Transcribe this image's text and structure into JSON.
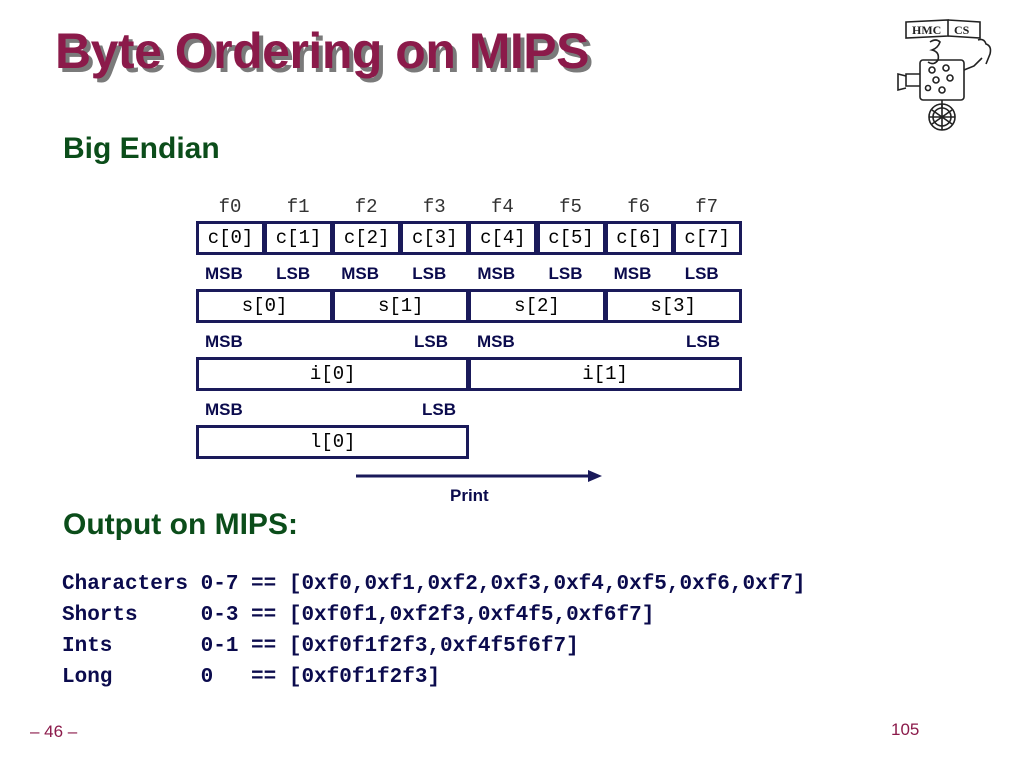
{
  "slide": {
    "title": "Byte Ordering on MIPS",
    "heading_big_endian": "Big Endian",
    "heading_output": "Output on MIPS:",
    "footer_page": "– 46 –",
    "footer_slide_number": "105"
  },
  "logo": {
    "text_hmc": "HMC",
    "text_cs": "CS"
  },
  "diagram": {
    "addresses": [
      "f0",
      "f1",
      "f2",
      "f3",
      "f4",
      "f5",
      "f6",
      "f7"
    ],
    "chars": [
      "c[0]",
      "c[1]",
      "c[2]",
      "c[3]",
      "c[4]",
      "c[5]",
      "c[6]",
      "c[7]"
    ],
    "char_labels": [
      "MSB",
      "LSB",
      "MSB",
      "LSB",
      "MSB",
      "LSB",
      "MSB",
      "LSB"
    ],
    "shorts": [
      "s[0]",
      "s[1]",
      "s[2]",
      "s[3]"
    ],
    "short_labels": [
      "MSB",
      "LSB",
      "MSB",
      "LSB"
    ],
    "ints": [
      "i[0]",
      "i[1]"
    ],
    "int_labels": [
      "MSB",
      "LSB"
    ],
    "longs": [
      "l[0]"
    ],
    "arrow_label": "Print"
  },
  "output": {
    "lines": [
      "Characters 0-7 == [0xf0,0xf1,0xf2,0xf3,0xf4,0xf5,0xf6,0xf7]",
      "Shorts     0-3 == [0xf0f1,0xf2f3,0xf4f5,0xf6f7]",
      "Ints       0-1 == [0xf0f1f2f3,0xf4f5f6f7]",
      "Long       0   == [0xf0f1f2f3]"
    ]
  }
}
